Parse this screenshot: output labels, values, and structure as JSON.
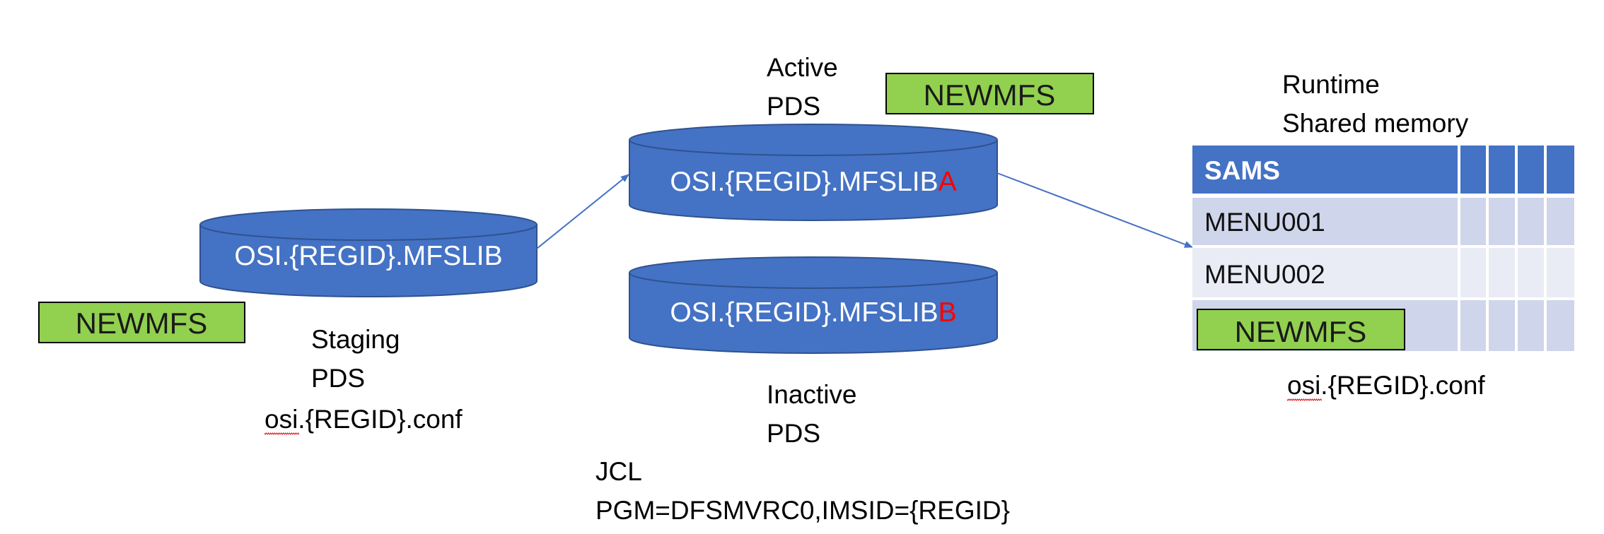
{
  "colors": {
    "cylinder_fill": "#4472C4",
    "cylinder_stroke": "#2F528F",
    "tag_fill": "#92D050",
    "tag_stroke": "#000000",
    "table_header": "#4472C4",
    "table_row_dark": "#CFD5EA",
    "table_row_light": "#E9EBF5",
    "arrow": "#4472C4",
    "highlight_red": "#FF0000",
    "spellcheck_underline": "#E00000"
  },
  "staging": {
    "dataset": "OSI.{REGID}.MFSLIB",
    "tag": "NEWMFS",
    "label_line1": "Staging",
    "label_line2": "PDS",
    "conf_file": "osi.{REGID}.conf"
  },
  "active": {
    "label_line1": "Active",
    "label_line2": "PDS",
    "tag": "NEWMFS",
    "dataset_prefix": "OSI.{REGID}.MFSLIB",
    "dataset_suffix": "A"
  },
  "inactive": {
    "dataset_prefix": "OSI.{REGID}.MFSLIB",
    "dataset_suffix": "B",
    "label_line1": "Inactive",
    "label_line2": "PDS"
  },
  "jcl": {
    "line1": "JCL",
    "line2": "PGM=DFSMVRC0,IMSID={REGID}"
  },
  "runtime": {
    "label_line1": "Runtime",
    "label_line2": "Shared memory",
    "table": {
      "header": "SAMS",
      "rows": [
        "MENU001",
        "MENU002"
      ],
      "new_entry": "NEWMFS"
    },
    "conf_file": "osi.{REGID}.conf"
  }
}
